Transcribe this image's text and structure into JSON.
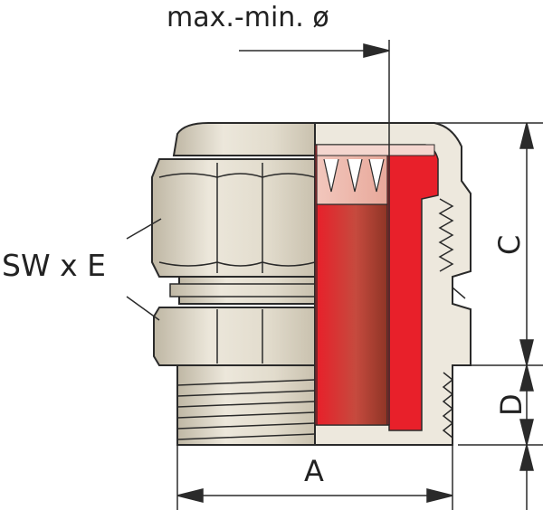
{
  "labels": {
    "diameter": "max.-min. ø",
    "wrench": "SW x E",
    "dim_a": "A",
    "dim_c": "C",
    "dim_d": "D"
  },
  "colors": {
    "body": "#e6e0d2",
    "body_shade": "#cfc7b5",
    "seal_red": "#e8202a",
    "seal_dark": "#b31b1e",
    "outline": "#2a2a2a"
  }
}
